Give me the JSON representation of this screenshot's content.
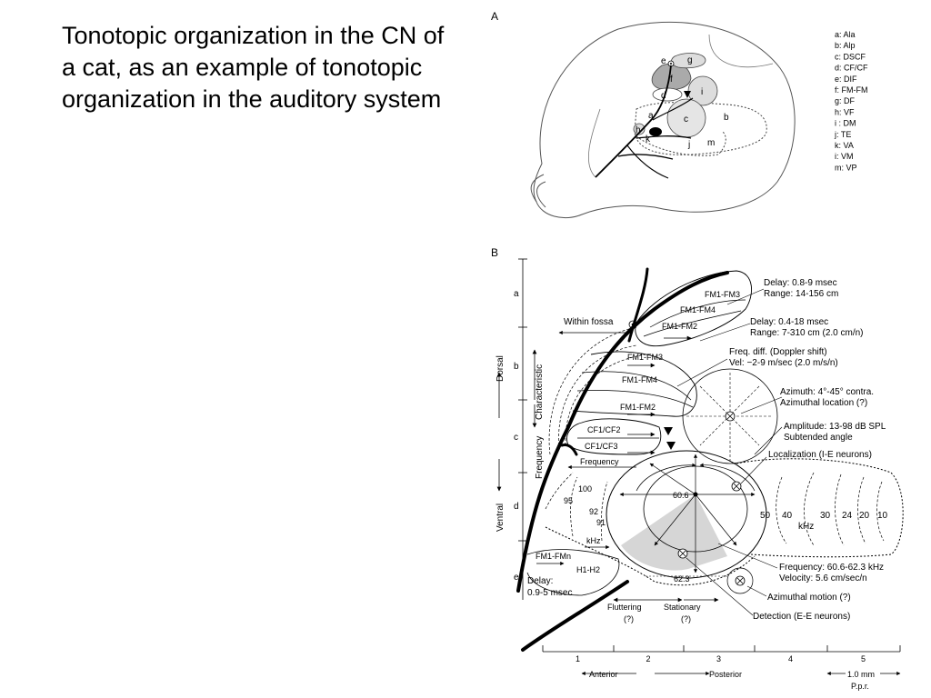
{
  "slide": {
    "title": "Tonotopic organization in the CN of a cat, as an example of tonotopic organization in the auditory system"
  },
  "panel_a": {
    "label": "A",
    "region_letters": [
      "e",
      "g",
      "f",
      "i",
      "d",
      "a",
      "c",
      "b",
      "h",
      "k",
      "j",
      "m"
    ],
    "legend": [
      "a: Ala",
      "b: Alp",
      "c: DSCF",
      "d: CF/CF",
      "e: DIF",
      "f: FM-FM",
      "g: DF",
      "h: VF",
      "i : DM",
      "j: TE",
      "k: VA",
      "i: VM",
      "m: VP"
    ]
  },
  "panel_b": {
    "label": "B",
    "axis_letters": [
      "a",
      "b",
      "c",
      "d",
      "e"
    ],
    "dorsal": "Dorsal",
    "ventral": "Ventral",
    "characteristic": "Characteristic",
    "frequency_vertical": "Frequency",
    "within_fossa": "Within fossa",
    "fm_top": [
      "FM1-FM3",
      "FM1-FM4",
      "FM1-FM2"
    ],
    "fm_mid": [
      "FM1-FM3",
      "FM1-FM4",
      "FM1-FM2"
    ],
    "cf": [
      "CF1/CF2",
      "CF1/CF3"
    ],
    "frequency": "Frequency",
    "tono_numbers": [
      "100",
      "95",
      "92",
      "91"
    ],
    "khz_left": "kHz",
    "center_top": "60.6",
    "center_bottom": "62.3",
    "right_numbers": [
      "50",
      "40",
      "30",
      "24",
      "20",
      "10"
    ],
    "khz_right": "kHz",
    "fmn": "FM1-FMn",
    "h1h2": "H1-H2",
    "delay_bottom": [
      "Delay:",
      "0.9-5 msec"
    ],
    "fluttering": [
      "Fluttering",
      "(?)"
    ],
    "stationary": [
      "Stationary",
      "(?)"
    ],
    "annotations": [
      [
        "Delay: 0.8-9 msec",
        "Range: 14-156 cm"
      ],
      [
        "Delay: 0.4-18 msec",
        "Range: 7-310 cm (2.0 cm/n)"
      ],
      [
        "Freq. diff. (Doppler shift)",
        "Vel: −2-9 m/sec (2.0 m/s/n)"
      ],
      [
        "Azimuth: 4°-45° contra.",
        "Azimuthal location (?)"
      ],
      [
        "Amplitude: 13-98 dB SPL",
        "Subtended angle"
      ],
      [
        "Localization (I-E neurons)"
      ],
      [
        "Frequency: 60.6-62.3 kHz",
        "Velocity: 5.6 cm/sec/n"
      ],
      [
        "Azimuthal motion (?)"
      ],
      [
        "Detection (E-E neurons)"
      ]
    ],
    "bottom_ticks": [
      "1",
      "2",
      "3",
      "4",
      "5"
    ],
    "anterior": "Anterior",
    "posterior": "Posterior",
    "scale": [
      "1.0 mm",
      "P.p.r."
    ]
  }
}
